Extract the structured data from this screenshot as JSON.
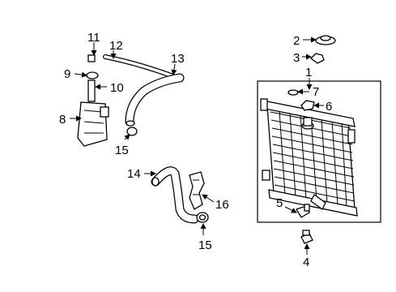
{
  "diagram": {
    "callouts": {
      "c1": "1",
      "c2": "2",
      "c3": "3",
      "c4": "4",
      "c5": "5",
      "c6": "6",
      "c7": "7",
      "c8": "8",
      "c9": "9",
      "c10": "10",
      "c11": "11",
      "c12": "12",
      "c13": "13",
      "c14": "14",
      "c15a": "15",
      "c15b": "15",
      "c16": "16"
    }
  }
}
